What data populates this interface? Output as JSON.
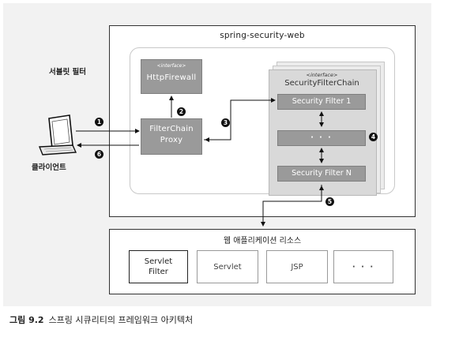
{
  "outer_title": "spring-security-web",
  "servlet_filter_label": "서블릿 필터",
  "firewall": {
    "interface_tag": "<interface>",
    "name": "HttpFirewall"
  },
  "proxy": {
    "line1": "FilterChain",
    "line2": "Proxy"
  },
  "chain": {
    "interface_tag": "<interface>",
    "name": "SecurityFilterChain"
  },
  "filters": {
    "first": "Security Filter 1",
    "middle": "· · ·",
    "last": "Security Filter N"
  },
  "client_label": "클라이언트",
  "steps": [
    "1",
    "2",
    "3",
    "4",
    "5",
    "6"
  ],
  "app": {
    "title": "웹 애플리케이션 리소스",
    "items": [
      {
        "line1": "Servlet",
        "line2": "Filter"
      },
      {
        "label": "Servlet"
      },
      {
        "label": "JSP"
      },
      {
        "label": "· · ·"
      }
    ]
  },
  "caption": {
    "number": "그림 9.2",
    "text": "스프링 시큐리티의 프레임워크 아키텍처"
  }
}
